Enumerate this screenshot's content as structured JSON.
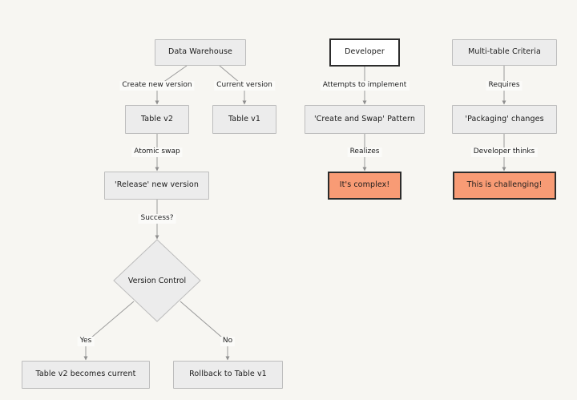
{
  "diagram": {
    "type": "flowchart",
    "background_color": "#f7f6f2",
    "node_fill": "#ececec",
    "node_border": "#bdbdbd",
    "alert_fill": "#f89b75",
    "emphasis_border": "#2c2c2c",
    "edge_color": "#999999",
    "nodes": [
      {
        "id": "data_warehouse",
        "label": "Data Warehouse",
        "shape": "rect",
        "style": "normal"
      },
      {
        "id": "table_v2",
        "label": "Table v2",
        "shape": "rect",
        "style": "normal"
      },
      {
        "id": "table_v1",
        "label": "Table v1",
        "shape": "rect",
        "style": "normal"
      },
      {
        "id": "release",
        "label": "'Release' new version",
        "shape": "rect",
        "style": "normal"
      },
      {
        "id": "version_control",
        "label": "Version Control",
        "shape": "diamond",
        "style": "normal"
      },
      {
        "id": "v2_current",
        "label": "Table v2 becomes current",
        "shape": "rect",
        "style": "normal"
      },
      {
        "id": "rollback",
        "label": "Rollback to Table v1",
        "shape": "rect",
        "style": "normal"
      },
      {
        "id": "developer",
        "label": "Developer",
        "shape": "rect",
        "style": "emphasis"
      },
      {
        "id": "create_swap",
        "label": "'Create and Swap' Pattern",
        "shape": "rect",
        "style": "normal"
      },
      {
        "id": "its_complex",
        "label": "It's complex!",
        "shape": "rect",
        "style": "alert"
      },
      {
        "id": "multi_table",
        "label": "Multi-table Criteria",
        "shape": "rect",
        "style": "normal"
      },
      {
        "id": "packaging",
        "label": "'Packaging' changes",
        "shape": "rect",
        "style": "normal"
      },
      {
        "id": "challenging",
        "label": "This is challenging!",
        "shape": "rect",
        "style": "alert"
      }
    ],
    "edges": [
      {
        "id": "e1",
        "from": "data_warehouse",
        "to": "table_v2",
        "label": "Create new version"
      },
      {
        "id": "e2",
        "from": "data_warehouse",
        "to": "table_v1",
        "label": "Current version"
      },
      {
        "id": "e3",
        "from": "table_v2",
        "to": "release",
        "label": "Atomic swap"
      },
      {
        "id": "e4",
        "from": "release",
        "to": "version_control",
        "label": "Success?"
      },
      {
        "id": "e5",
        "from": "version_control",
        "to": "v2_current",
        "label": "Yes"
      },
      {
        "id": "e6",
        "from": "version_control",
        "to": "rollback",
        "label": "No"
      },
      {
        "id": "e7",
        "from": "developer",
        "to": "create_swap",
        "label": "Attempts to implement"
      },
      {
        "id": "e8",
        "from": "create_swap",
        "to": "its_complex",
        "label": "Realizes"
      },
      {
        "id": "e9",
        "from": "multi_table",
        "to": "packaging",
        "label": "Requires"
      },
      {
        "id": "e10",
        "from": "packaging",
        "to": "challenging",
        "label": "Developer thinks"
      }
    ]
  }
}
